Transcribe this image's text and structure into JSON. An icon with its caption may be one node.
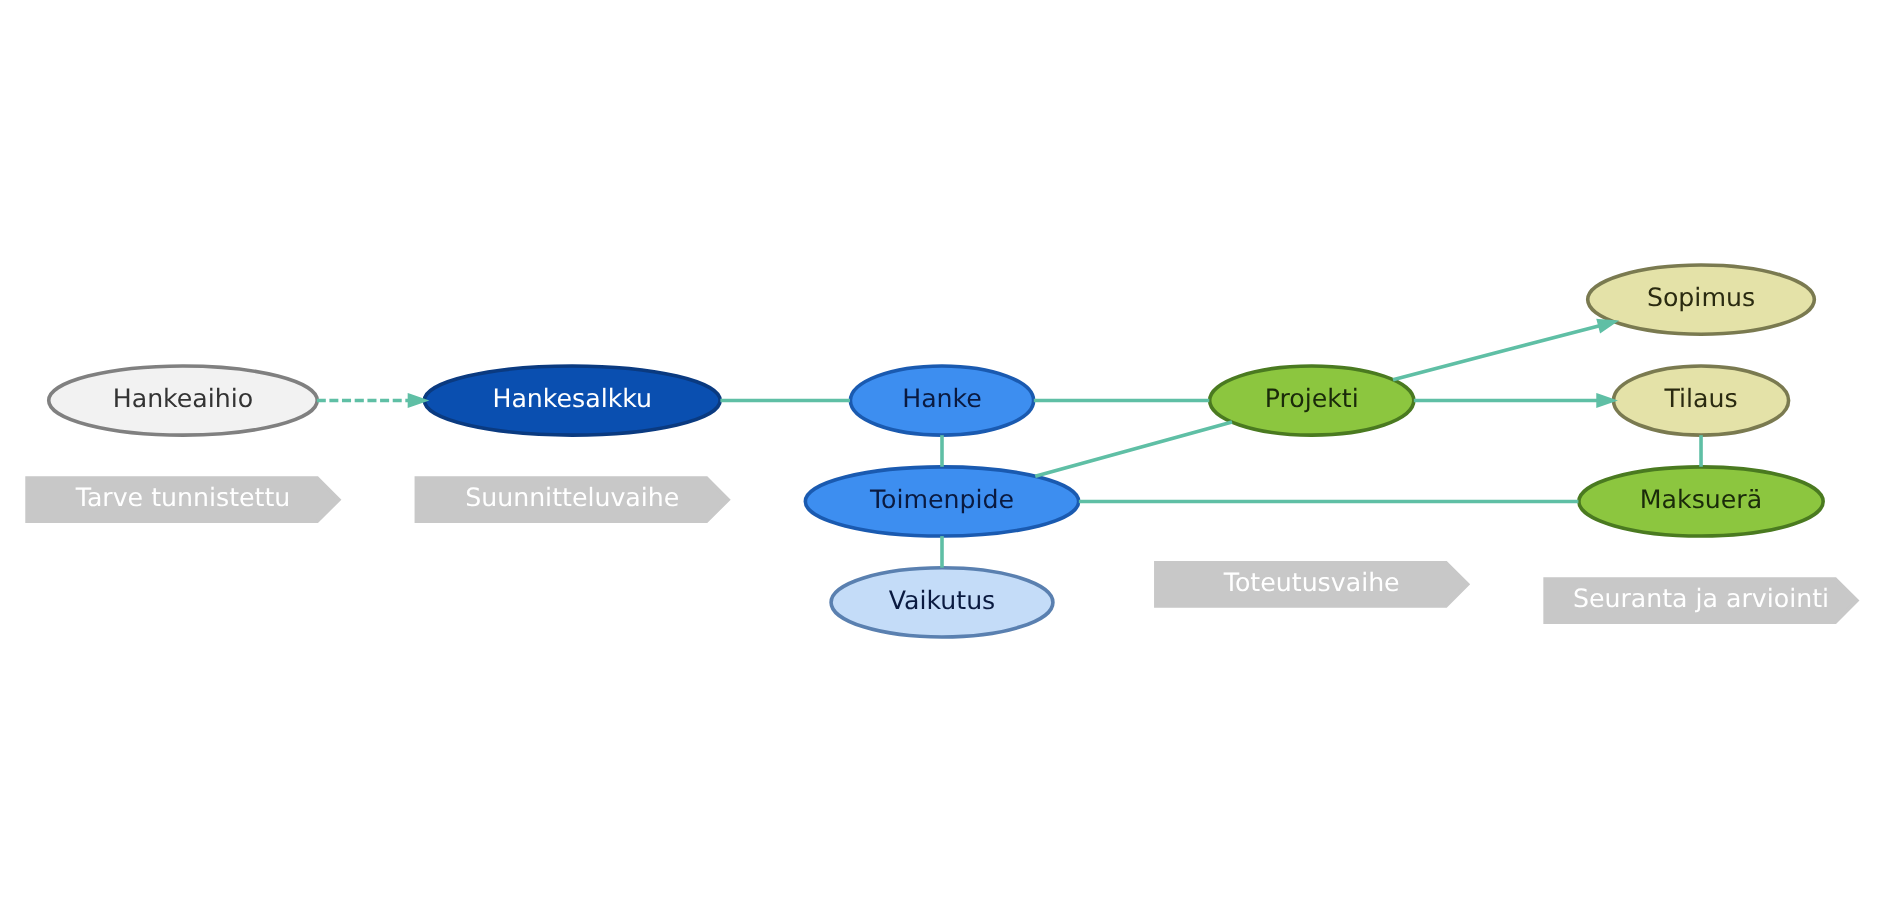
{
  "diagram": {
    "nodes": [
      {
        "text": [
          "Tarve tunnistettu"
        ]
      },
      {
        "text": [
          "Suunnitteluvaihe"
        ]
      },
      {
        "text": [
          "Toteutusvaihe"
        ]
      },
      {
        "text": [
          "Seuranta ja arviointi"
        ]
      },
      {
        "text": [
          "Hankeaihio"
        ]
      },
      {
        "text": [
          "Hankesalkku"
        ]
      },
      {
        "text": [
          "Hanke"
        ]
      },
      {
        "text": [
          "Toimenpide"
        ]
      },
      {
        "text": [
          "Vaikutus"
        ]
      },
      {
        "text": [
          "Projekti"
        ]
      },
      {
        "text": [
          "Sopimus"
        ]
      },
      {
        "text": [
          "Tilaus"
        ]
      },
      {
        "text": [
          "Maksuerä"
        ]
      }
    ],
    "edges": [
      {
        "from": 4,
        "to": 5,
        "arrow": "to",
        "style": "dashed"
      },
      {
        "from": 5,
        "to": 6,
        "arrow": "none"
      },
      {
        "from": 6,
        "to": 9,
        "arrow": "none"
      },
      {
        "from": 6,
        "to": 7,
        "arrow": "none"
      },
      {
        "from": 7,
        "to": 9,
        "arrow": "none"
      },
      {
        "from": 7,
        "to": 8,
        "arrow": "none"
      },
      {
        "from": 9,
        "to": 10,
        "arrow": "to"
      },
      {
        "from": 9,
        "to": 11,
        "arrow": "to"
      },
      {
        "from": 11,
        "to": 12,
        "arrow": "none"
      },
      {
        "from": 7,
        "to": 12,
        "arrow": "none"
      }
    ]
  }
}
